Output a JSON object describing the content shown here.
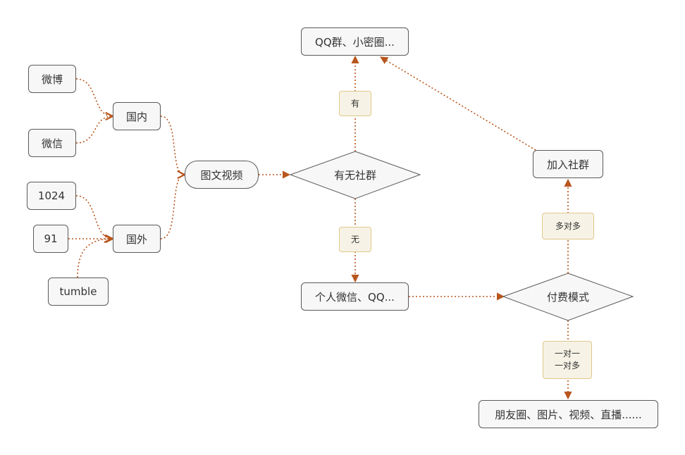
{
  "colors": {
    "edge": "#b8561d",
    "node_border": "#5a5a5a",
    "node_fill": "#f7f7f7",
    "label_fill": "#f6f3e6",
    "label_border": "#e0c889"
  },
  "nodes": {
    "weibo": "微博",
    "weixin": "微信",
    "guonei": "国内",
    "n1024": "1024",
    "n91": "91",
    "tumble": "tumble",
    "guowai": "国外",
    "tuwen": "图文视频",
    "qq_group": "QQ群、小密圈...",
    "has_group": "有无社群",
    "personal_wechat": "个人微信、QQ...",
    "paid_mode": "付费模式",
    "join_group": "加入社群",
    "moments": "朋友圈、图片、视频、直播......"
  },
  "labels": {
    "you": "有",
    "wu": "无",
    "many_to_many": "多对多",
    "one_to_one": "一对一",
    "one_to_many": "一对多"
  }
}
